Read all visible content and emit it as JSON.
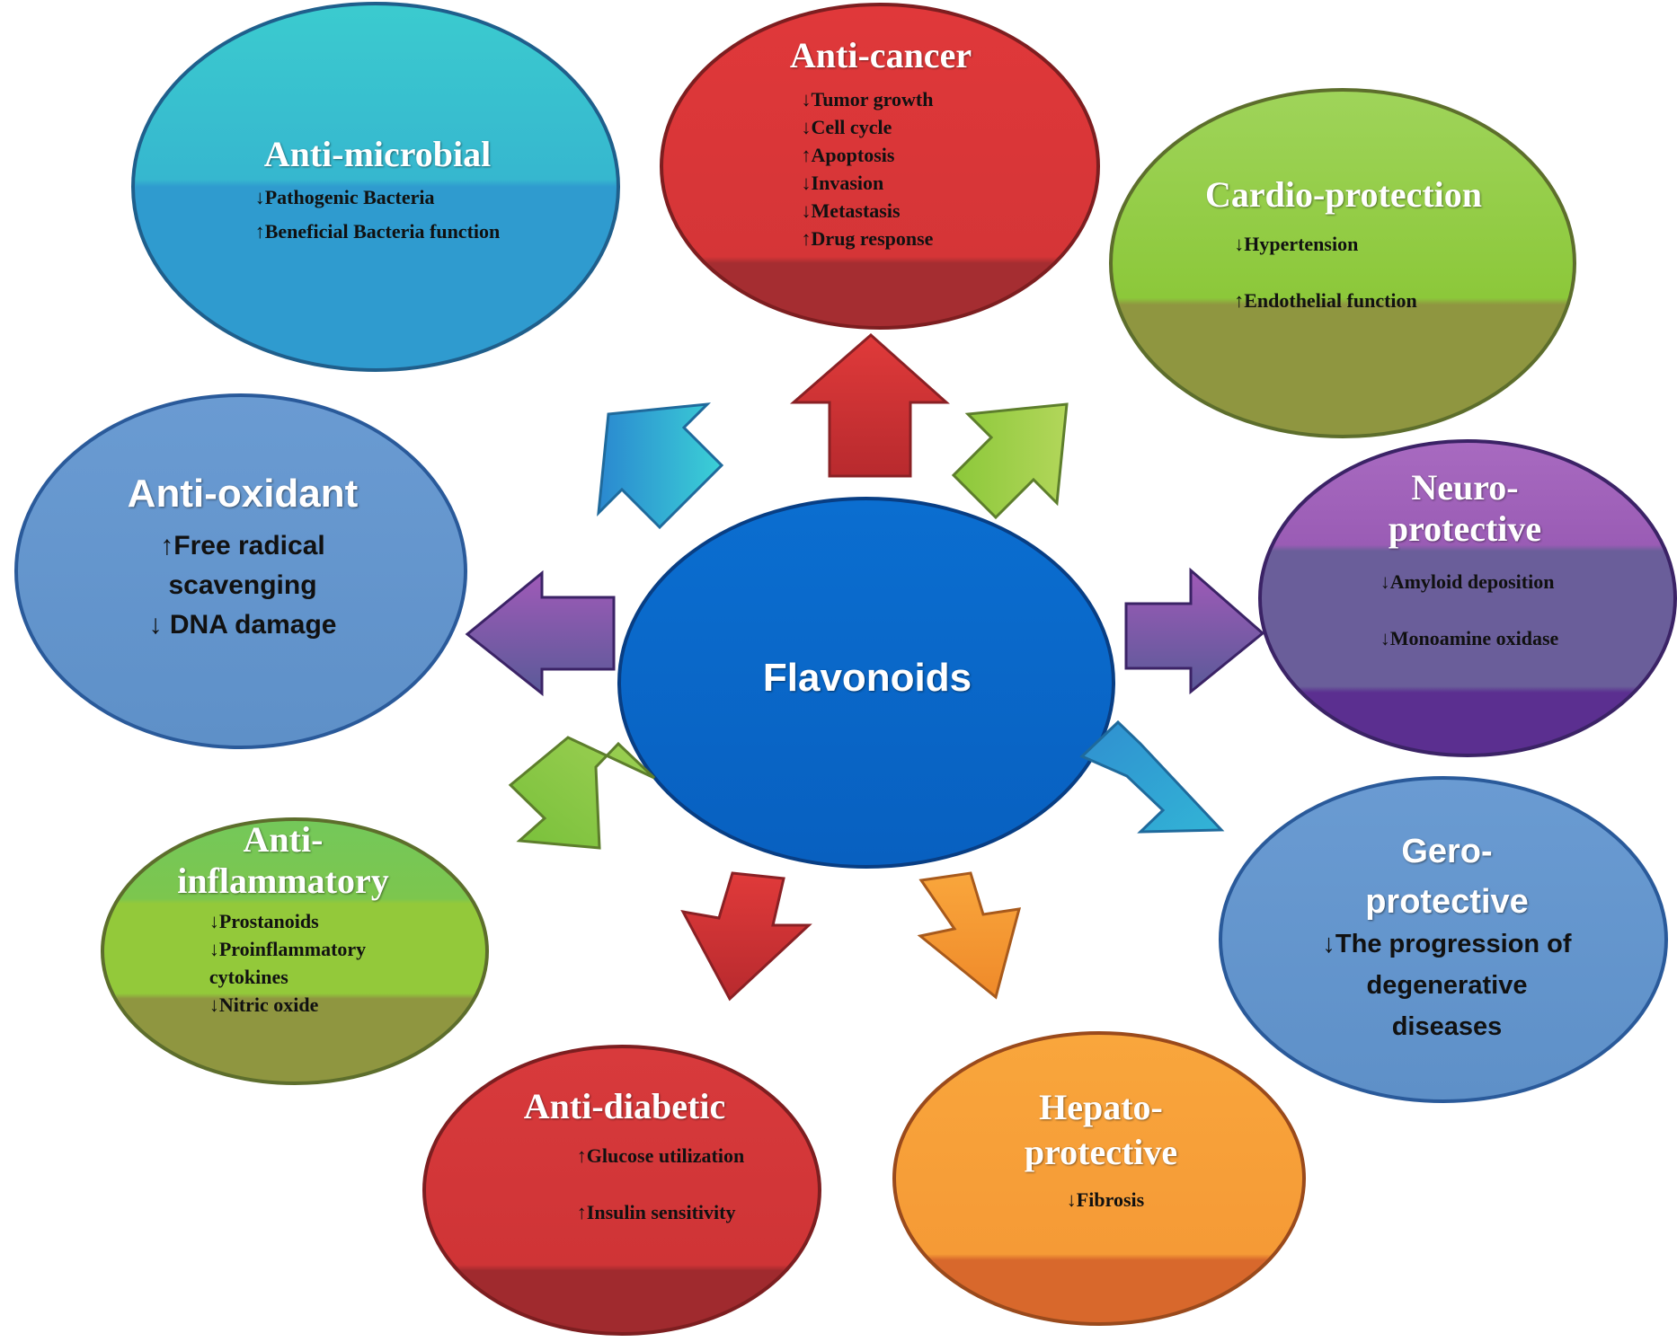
{
  "center": {
    "label": "Flavonoids",
    "color": "#0a66c8"
  },
  "bubbles": [
    {
      "key": "anti-microbial",
      "title": [
        "Anti-microbial"
      ],
      "items": [
        "↓Pathogenic  Bacteria",
        "↑Beneficial  Bacteria function"
      ],
      "colors": [
        "#39c6cc",
        "#2f9bcf"
      ]
    },
    {
      "key": "anti-cancer",
      "title": [
        "Anti-cancer"
      ],
      "items": [
        "↓Tumor growth",
        "↓Cell cycle",
        "↑Apoptosis",
        "↓Invasion",
        "↓Metastasis",
        "↑Drug response"
      ],
      "colors": [
        "#d83a3c",
        "#a32a2e"
      ]
    },
    {
      "key": "cardio-protection",
      "title": [
        "Cardio-protection"
      ],
      "items": [
        "↓Hypertension",
        "↑Endothelial function"
      ],
      "colors": [
        "#8fce4a",
        "#8f9640"
      ]
    },
    {
      "key": "neuro-protective",
      "title": [
        "Neuro-",
        "protective"
      ],
      "items": [
        "↓Amyloid deposition",
        "↓Monoamine oxidase"
      ],
      "colors": [
        "#8e5ab0",
        "#5a3a8a"
      ]
    },
    {
      "key": "gero-protective",
      "title": [
        "Gero-",
        "protective"
      ],
      "items": [
        "↓The progression of",
        "degenerative",
        "diseases"
      ],
      "colors": [
        "#6294cc",
        "#6294cc"
      ]
    },
    {
      "key": "hepato-protective",
      "title": [
        "Hepato-",
        "protective"
      ],
      "items": [
        "↓Fibrosis"
      ],
      "colors": [
        "#f7a23a",
        "#d96e2a"
      ]
    },
    {
      "key": "anti-diabetic",
      "title": [
        "Anti-diabetic"
      ],
      "items": [
        "↑Glucose utilization",
        "↑Insulin sensitivity"
      ],
      "colors": [
        "#d83a3c",
        "#a32a2e"
      ]
    },
    {
      "key": "anti-inflammatory",
      "title": [
        "Anti-",
        "inflammatory"
      ],
      "items": [
        "↓Prostanoids",
        "↓Proinflammatory",
        "cytokines",
        "↓Nitric oxide"
      ],
      "colors": [
        "#8fce4a",
        "#8f9640"
      ]
    },
    {
      "key": "anti-oxidant",
      "title": [
        "Anti-oxidant"
      ],
      "items": [
        "↑Free radical",
        "scavenging",
        "↓ DNA damage"
      ],
      "colors": [
        "#6294cc",
        "#6294cc"
      ]
    }
  ]
}
